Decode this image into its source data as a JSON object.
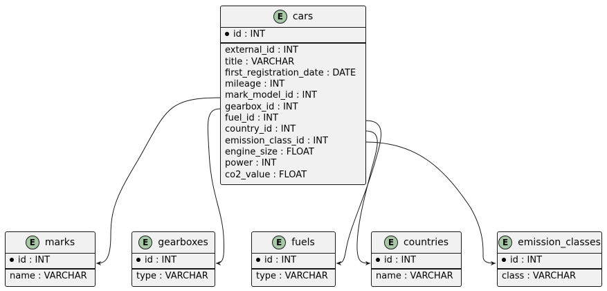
{
  "entities": {
    "cars": {
      "badge": "E",
      "name": "cars",
      "pk": "id : INT",
      "attributes": [
        "external_id : INT",
        "title : VARCHAR",
        "first_registration_date : DATE",
        "mileage : INT",
        "mark_model_id : INT",
        "gearbox_id : INT",
        "fuel_id : INT",
        "country_id : INT",
        "emission_class_id : INT",
        "engine_size : FLOAT",
        "power : INT",
        "co2_value : FLOAT"
      ]
    },
    "marks": {
      "badge": "E",
      "name": "marks",
      "pk": "id : INT",
      "attributes": [
        "name : VARCHAR"
      ]
    },
    "gearboxes": {
      "badge": "E",
      "name": "gearboxes",
      "pk": "id : INT",
      "attributes": [
        "type : VARCHAR"
      ]
    },
    "fuels": {
      "badge": "E",
      "name": "fuels",
      "pk": "id : INT",
      "attributes": [
        "type : VARCHAR"
      ]
    },
    "countries": {
      "badge": "E",
      "name": "countries",
      "pk": "id : INT",
      "attributes": [
        "name : VARCHAR"
      ]
    },
    "emission_classes": {
      "badge": "E",
      "name": "emission_classes",
      "pk": "id : INT",
      "attributes": [
        "class : VARCHAR"
      ]
    }
  },
  "relations": [
    {
      "from": "cars.mark_model_id",
      "to": "marks"
    },
    {
      "from": "cars.gearbox_id",
      "to": "gearboxes"
    },
    {
      "from": "cars.fuel_id",
      "to": "fuels"
    },
    {
      "from": "cars.country_id",
      "to": "countries"
    },
    {
      "from": "cars.emission_class_id",
      "to": "emission_classes"
    }
  ],
  "colors": {
    "badge": "#a6c8a6",
    "box_fill": "#f1f1f1",
    "border": "#181818",
    "line": "#181818"
  }
}
